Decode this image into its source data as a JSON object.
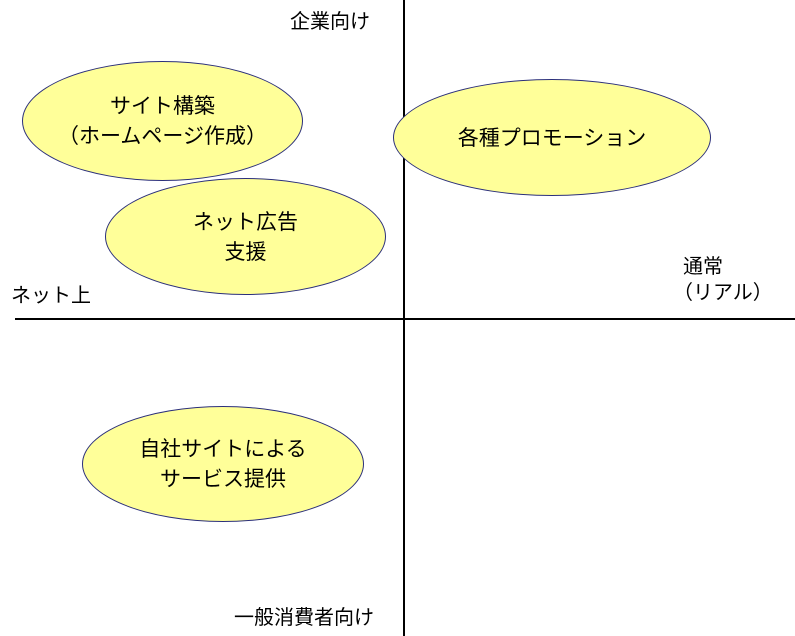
{
  "axes": {
    "top": "企業向け",
    "bottom": "一般消費者向け",
    "left": "ネット上",
    "right_line1": "通常",
    "right_line2": "（リアル）"
  },
  "bubbles": {
    "site": {
      "line1": "サイト構築",
      "line2": "（ホームページ作成）"
    },
    "ad": {
      "line1": "ネット広告",
      "line2": "支援"
    },
    "promo": {
      "line1": "各種プロモーション"
    },
    "own": {
      "line1": "自社サイトによる",
      "line2": "サービス提供"
    }
  },
  "colors": {
    "bubble_fill": "#ffff99",
    "bubble_border": "#2b2f7a",
    "axis": "#000000"
  }
}
